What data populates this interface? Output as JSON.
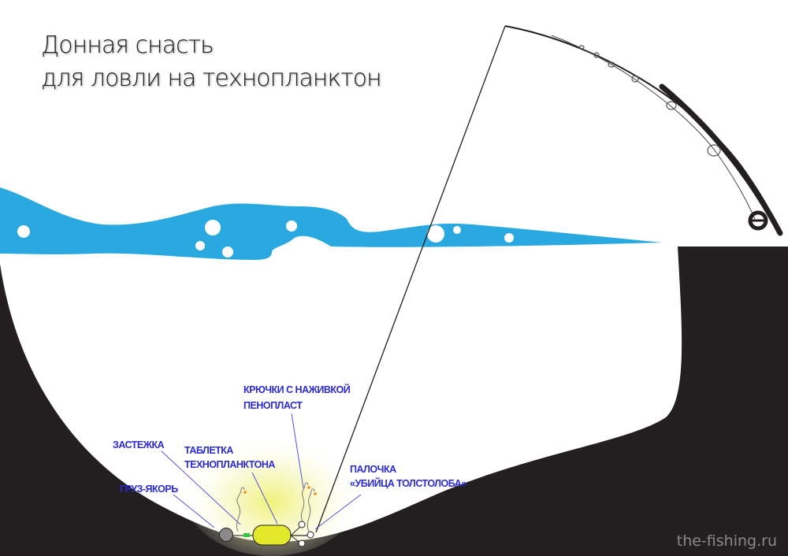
{
  "title": {
    "line1": "Донная снасть",
    "line2": "для ловли на технопланктон"
  },
  "labels": {
    "hooks": "КРЮЧКИ С НАЖИВКОЙ",
    "foam": "ПЕНОПЛАСТ",
    "clasp": "ЗАСТЕЖКА",
    "tablet_line1": "ТАБЛЕТКА",
    "tablet_line2": "ТЕХНОПЛАНКТОНА",
    "stick_line1": "ПАЛОЧКА",
    "stick_line2": "«УБИЙЦА ТОЛСТОЛОБА»",
    "weight": "ГРУЗ-ЯКОРЬ"
  },
  "watermark": "the-fishing.ru",
  "colors": {
    "water": "#29a9e0",
    "ground": "#231f20",
    "label": "#2b2bd6",
    "tablet": "#e3e82a",
    "clasp": "#2ecc40",
    "bait": "#f08a1e"
  }
}
